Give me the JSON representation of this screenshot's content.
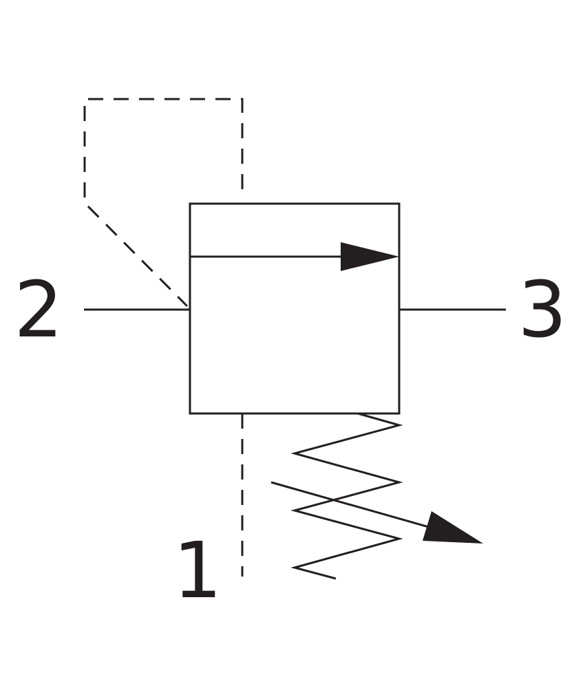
{
  "ports": {
    "inlet": "2",
    "outlet": "3",
    "pilot": "1"
  },
  "colors": {
    "stroke": "#231f20",
    "background": "#ffffff"
  }
}
